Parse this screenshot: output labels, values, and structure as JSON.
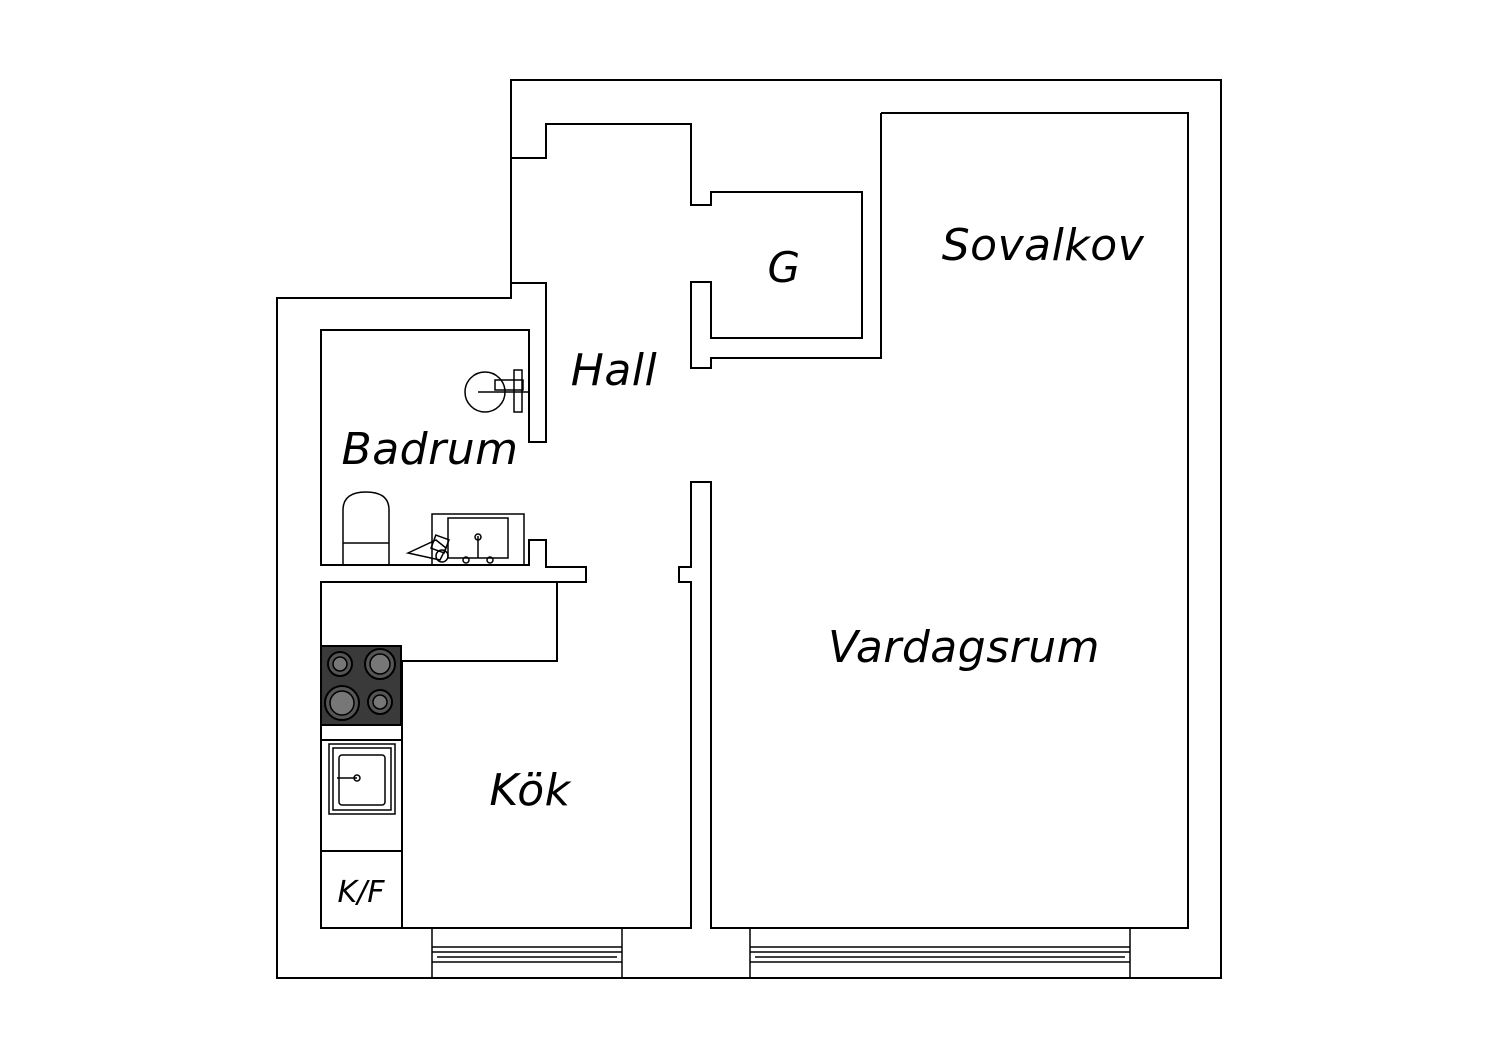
{
  "rooms": {
    "sovalkov": "Sovalkov",
    "g": "G",
    "hall": "Hall",
    "badrum": "Badrum",
    "vardagsrum": "Vardagsrum",
    "kok": "Kök",
    "kf": "K/F"
  },
  "colors": {
    "wall": "#000000",
    "background": "#ffffff",
    "stove": "#3a3a3a"
  }
}
